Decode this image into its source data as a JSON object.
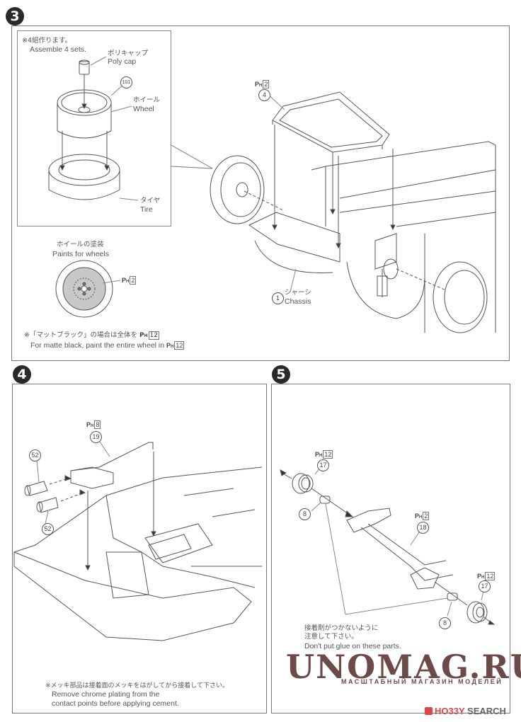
{
  "steps": [
    {
      "number": "3",
      "inset": {
        "note_jp": "※4組作ります。",
        "note_en": "Assemble 4 sets.",
        "poly_cap_jp": "ポリキャップ",
        "poly_cap_en": "Poly cap",
        "wheel_part": "101",
        "wheel_jp": "ホイール",
        "wheel_en": "Wheel",
        "tire_jp": "タイヤ",
        "tire_en": "Tire"
      },
      "paint": {
        "title_jp": "ホイールの塗装",
        "title_en": "Paints for wheels",
        "paint_code": "2",
        "matte_note_jp": "※「マットブラック」の場合は全体を",
        "matte_note_jp_code": "12",
        "matte_note_en": "For matte black, paint the entire wheel in",
        "matte_note_en_code": "12"
      },
      "frame_part": "4",
      "frame_paint": "2",
      "chassis_part": "1",
      "chassis_jp": "シャーシ",
      "chassis_en": "Chassis"
    },
    {
      "number": "4",
      "rail_paint": "8",
      "rail_part": "19",
      "exhaust_part_a": "52",
      "exhaust_part_b": "52",
      "note_jp": "※メッキ部品は接着面のメッキをはがしてから接着して下さい。",
      "note_en_1": "Remove chrome plating from the",
      "note_en_2": "contact points before applying cement."
    },
    {
      "number": "5",
      "hub_left_paint": "12",
      "hub_left_part": "17",
      "pin_left_part": "8",
      "axle_paint": "2",
      "axle_part": "18",
      "hub_right_paint": "12",
      "hub_right_part": "17",
      "pin_right_part": "8",
      "note_jp_1": "接着剤がつかないように",
      "note_jp_2": "注意して下さい。",
      "note_en": "Don't put glue on these parts."
    }
  ],
  "paint_prefix": "P",
  "paint_prefix_sub": "H",
  "watermark": {
    "title": "UNOMAG.RU",
    "subtitle": "МАСШТАБНЫЙ МАГАЗИН МОДЕЛЕЙ"
  },
  "hobbysearch": {
    "hobby": "HO33Y",
    "search": "SEARCH",
    "color": "#e0454a"
  }
}
